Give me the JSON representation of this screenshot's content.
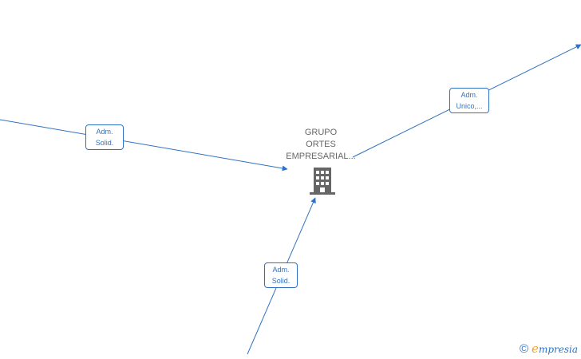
{
  "center_node": {
    "label_lines": [
      "GRUPO",
      "ORTES",
      "EMPRESARIAL..."
    ],
    "icon": "building-icon"
  },
  "edges": [
    {
      "id": "left",
      "label_lines": [
        "Adm.",
        "Solid."
      ]
    },
    {
      "id": "top-right",
      "label_lines": [
        "Adm.",
        "Unico,..."
      ]
    },
    {
      "id": "bottom",
      "label_lines": [
        "Adm.",
        "Solid."
      ]
    }
  ],
  "watermark": {
    "copyright_symbol": "©",
    "brand_initial": "e",
    "brand_rest": "mpresia"
  },
  "colors": {
    "edge": "#2f72c4",
    "node_text": "#666666",
    "icon": "#666666",
    "brand_accent": "#f0a030"
  }
}
